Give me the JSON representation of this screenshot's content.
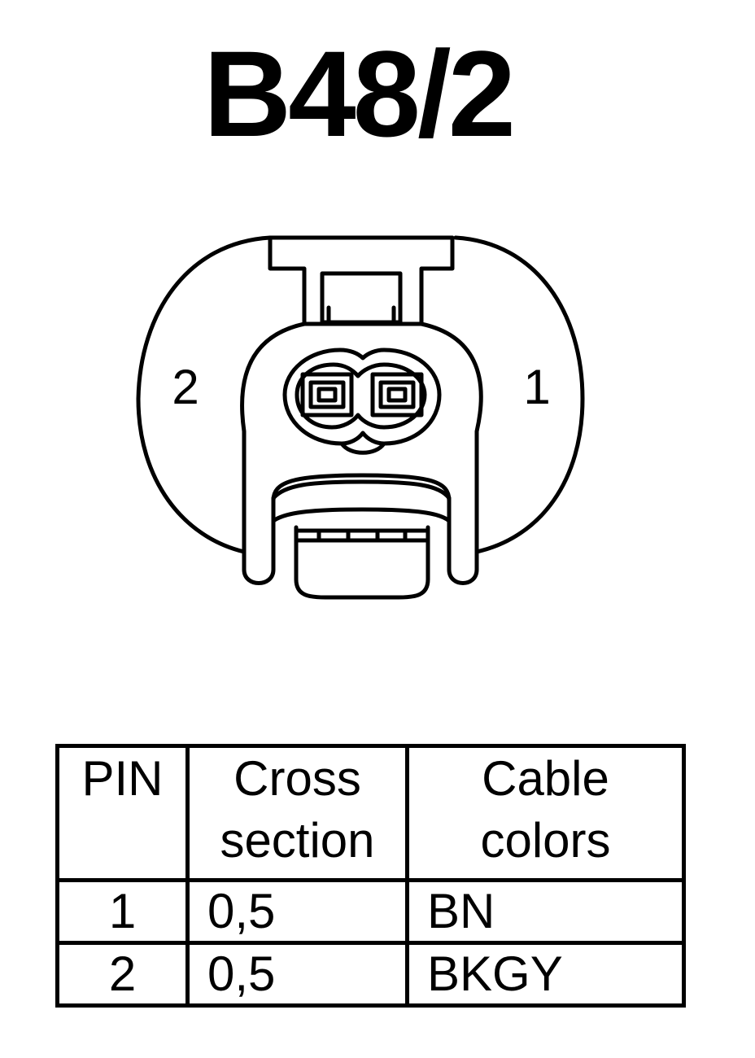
{
  "title": "B48/2",
  "connector": {
    "pin_label_left": "2",
    "pin_label_right": "1"
  },
  "table": {
    "headers": {
      "pin": [
        "PIN"
      ],
      "cross_section": [
        "Cross",
        "section"
      ],
      "cable_colors": [
        "Cable",
        "colors"
      ]
    },
    "rows": [
      {
        "pin": "1",
        "cross_section": "0,5",
        "cable_color": "BN"
      },
      {
        "pin": "2",
        "cross_section": "0,5",
        "cable_color": "BKGY"
      }
    ]
  }
}
